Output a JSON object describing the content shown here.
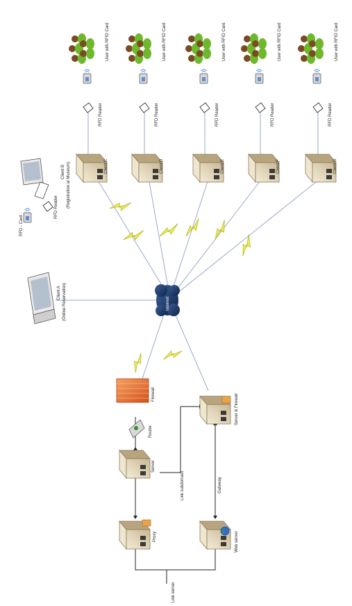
{
  "diagram": {
    "cloud_label": "Internet",
    "clients": {
      "a": {
        "name": "Client A",
        "sub": "(Online Reservation)"
      },
      "b": {
        "name": "Client B",
        "sub": "(Registration at Museum)"
      },
      "c": "Client C",
      "d": "Client D",
      "e": "Client E",
      "f": "Client F",
      "g": "Client G"
    },
    "rfd_reader": "RFD Reader",
    "rfd_card": "RFD - Card",
    "users_with_rfid": "User with RFID Card",
    "servers": {
      "firewall": "Firewall",
      "router": "Router",
      "server": "Server",
      "proxy": "Proxy",
      "server_firewall": "Server & Firewall",
      "web_server": "Web server"
    },
    "links": {
      "subdomain": "Link subdomain",
      "gateway": "Gateway",
      "server": "Link server"
    }
  }
}
